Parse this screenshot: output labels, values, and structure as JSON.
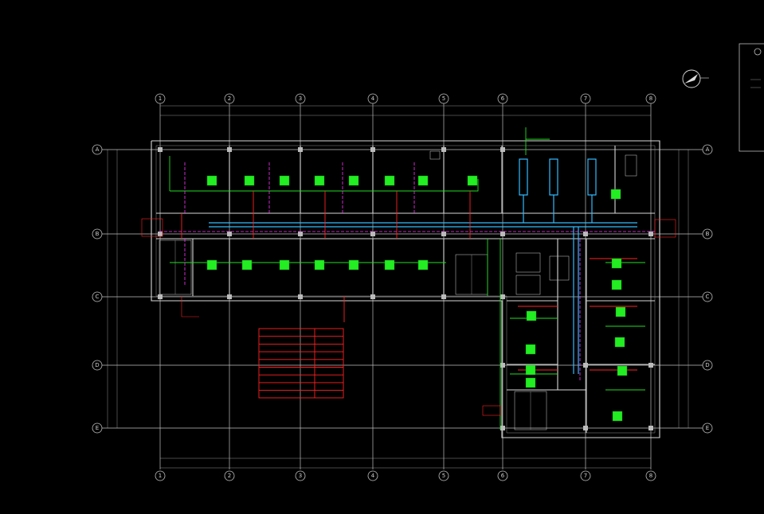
{
  "grid": {
    "columns": [
      "1",
      "2",
      "3",
      "4",
      "5",
      "6",
      "7",
      "8"
    ],
    "rows": [
      "A",
      "B",
      "C",
      "D",
      "E"
    ]
  },
  "colors": {
    "background": "#000000",
    "grid": "#bfbfbf",
    "unit": "#22ee22",
    "pipe_green": "#22dd22",
    "pipe_red": "#ff2222",
    "duct": "#33bbff",
    "magenta": "#ff33ff"
  },
  "icons": [
    "north-arrow-icon"
  ]
}
